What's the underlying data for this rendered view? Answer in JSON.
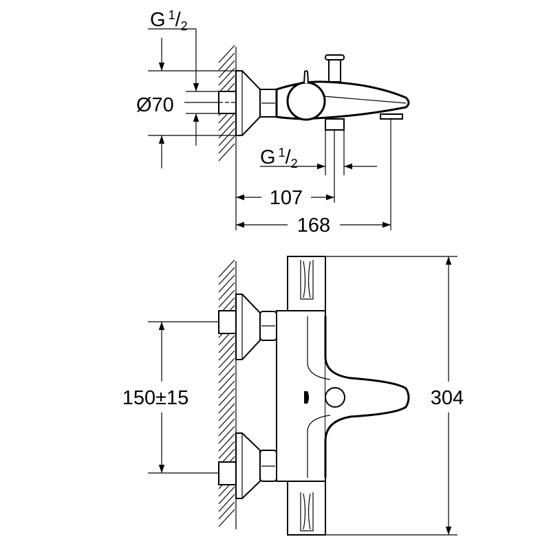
{
  "drawing": {
    "top_view": {
      "thread_top": {
        "letter": "G",
        "num": "1",
        "slash": "/",
        "den": "2"
      },
      "diameter": "Ø70",
      "thread_bottom": {
        "letter": "G",
        "num": "1",
        "slash": "/",
        "den": "2"
      },
      "dim_outlet": "107",
      "dim_depth": "168"
    },
    "front_view": {
      "dim_centers": "150±15",
      "dim_width": "304"
    },
    "colors": {
      "line": "#000000",
      "background": "#ffffff"
    }
  }
}
